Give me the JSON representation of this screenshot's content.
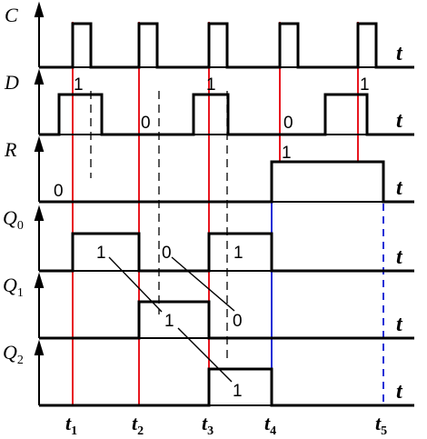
{
  "axis_label": "t",
  "rows": [
    {
      "id": "C",
      "letter": "C",
      "sub": ""
    },
    {
      "id": "D",
      "letter": "D",
      "sub": ""
    },
    {
      "id": "R",
      "letter": "R",
      "sub": ""
    },
    {
      "id": "Q0",
      "letter": "Q",
      "sub": "0"
    },
    {
      "id": "Q1",
      "letter": "Q",
      "sub": "1"
    },
    {
      "id": "Q2",
      "letter": "Q",
      "sub": "2"
    }
  ],
  "time_markers": [
    {
      "letter": "t",
      "sub": "1"
    },
    {
      "letter": "t",
      "sub": "2"
    },
    {
      "letter": "t",
      "sub": "3"
    },
    {
      "letter": "t",
      "sub": "4"
    },
    {
      "letter": "t",
      "sub": "5"
    }
  ],
  "annotations": {
    "d_1_a": "1",
    "d_0_a": "0",
    "d_1_b": "1",
    "d_0_b": "0",
    "d_1_c": "1",
    "r_0": "0",
    "r_1": "1",
    "q0_1_a": "1",
    "q0_0": "0",
    "q0_1_b": "1",
    "q1_1": "1",
    "q1_0": "0",
    "q2_1": "1"
  },
  "colors": {
    "trace": "#000000",
    "clock_marker": "#e8171f",
    "reset_marker": "#1f2fd6",
    "dashed_guide": "#000000"
  }
}
